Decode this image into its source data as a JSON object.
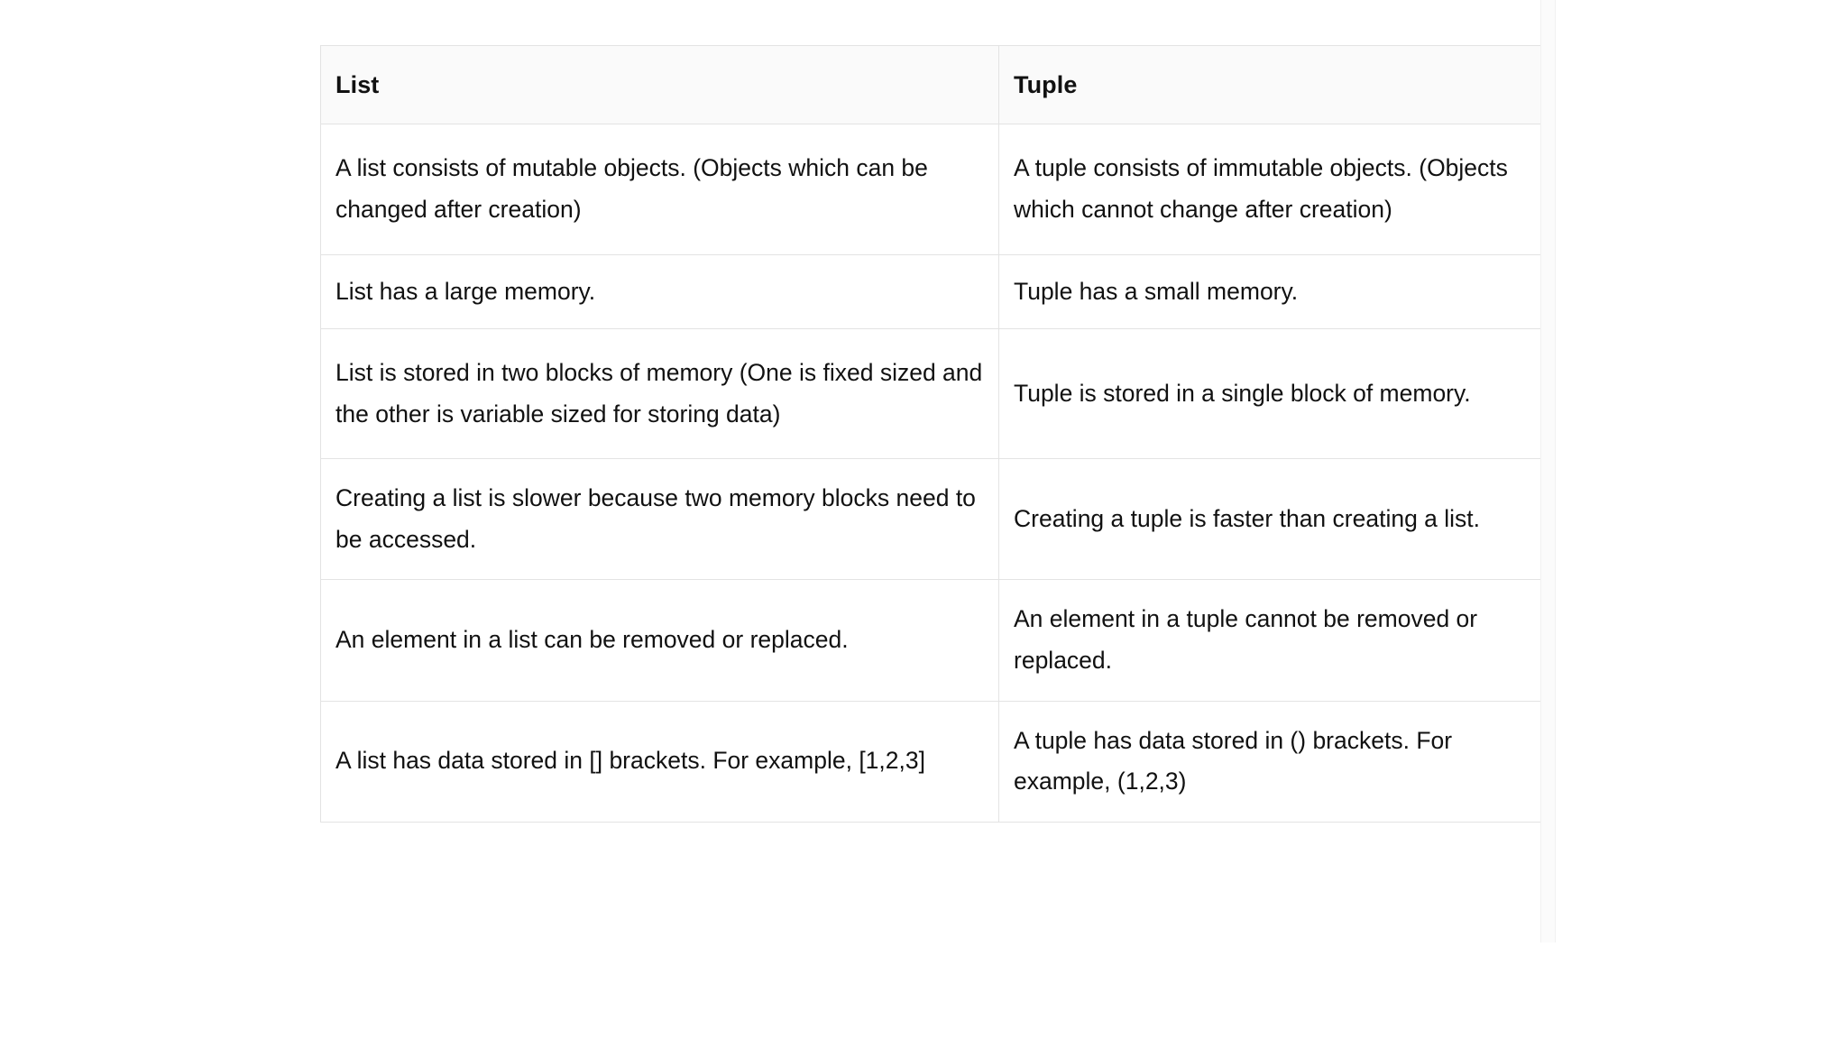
{
  "table": {
    "name": "list-vs-tuple-comparison",
    "headers": [
      "List",
      "Tuple"
    ],
    "rows": [
      {
        "list": "A list consists of mutable objects. (Objects which can be changed after creation)",
        "tuple": "A tuple consists of immutable objects. (Objects which cannot change after creation)"
      },
      {
        "list": "List has a large memory.",
        "tuple": "Tuple has a small memory."
      },
      {
        "list": "List is stored in two blocks of memory (One is fixed sized and the other is variable sized for storing data)",
        "tuple": "Tuple is stored in a single block of memory."
      },
      {
        "list": "Creating a list is slower because two memory blocks need to be accessed.",
        "tuple": "Creating a tuple is faster than creating a list."
      },
      {
        "list": "An element in a list can be removed or replaced.",
        "tuple": "An element in a tuple cannot be removed or replaced."
      },
      {
        "list": "A list has data stored in [] brackets. For example, [1,2,3]",
        "tuple": "A tuple has data stored in () brackets. For example, (1,2,3)"
      }
    ]
  },
  "colors": {
    "page_background": "#ffffff",
    "header_background": "#fafafa",
    "border": "#e3e3e3",
    "text": "#111111",
    "scrollbar_track": "#f1f1f1",
    "scrollbar_thumb": "#fbfbfb"
  }
}
